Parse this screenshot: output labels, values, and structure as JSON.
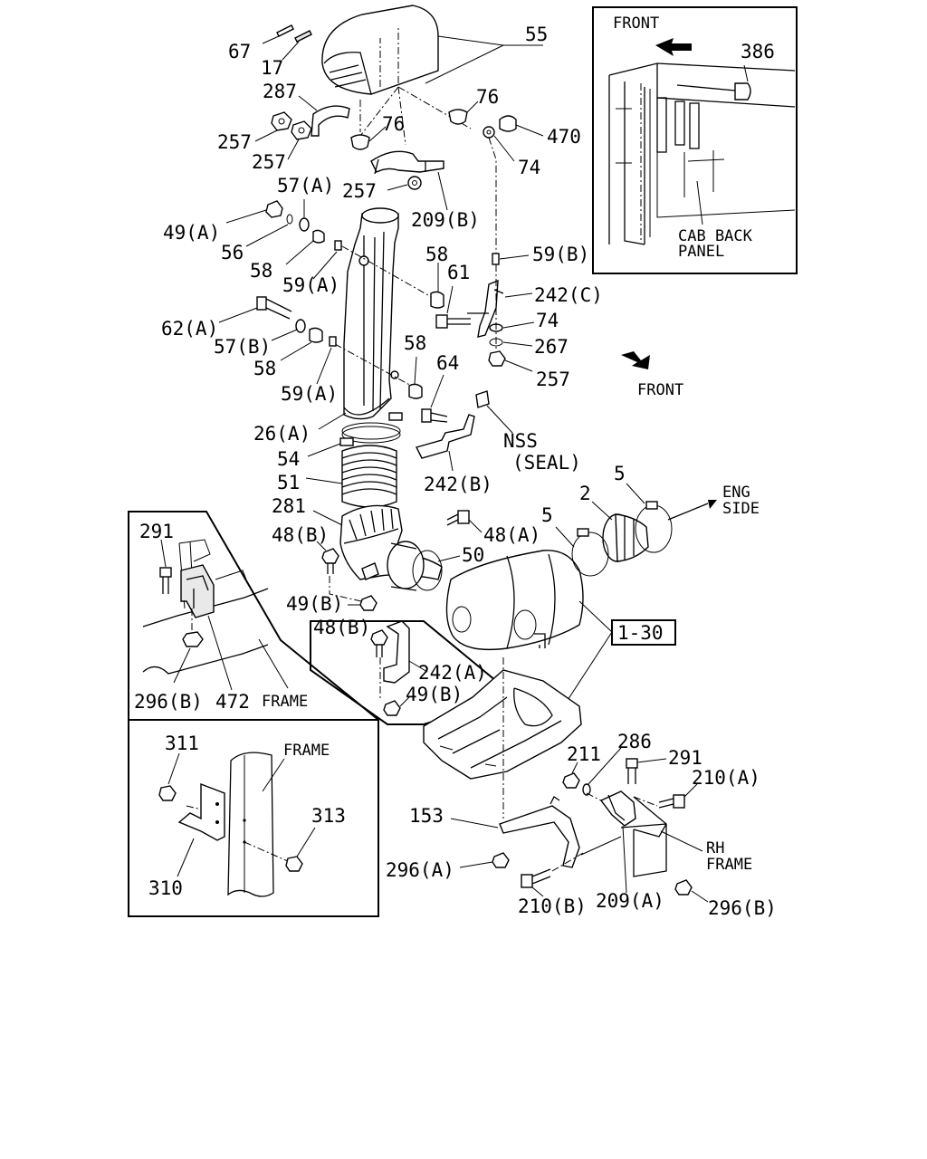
{
  "labels": {
    "l55": "55",
    "l67": "67",
    "l17": "17",
    "l287": "287",
    "l257a": "257",
    "l257b": "257",
    "l76a": "76",
    "l76b": "76",
    "l470": "470",
    "l74a": "74",
    "l57A": "57(A)",
    "l257c": "257",
    "l49A": "49(A)",
    "l209B": "209(B)",
    "l56": "56",
    "l58a": "58",
    "l59B": "59(B)",
    "l59Aa": "59(A)",
    "l58b": "58",
    "l61": "61",
    "l242C": "242(C)",
    "l62A": "62(A)",
    "l74b": "74",
    "l57B": "57(B)",
    "l267": "267",
    "l58c": "58",
    "l58d": "58",
    "l257d": "257",
    "l59Ab": "59(A)",
    "l64": "64",
    "l26A": "26(A)",
    "l54": "54",
    "l51": "51",
    "l281": "281",
    "l48B": "48(B)",
    "l49B": "49(B)",
    "l48A": "48(A)",
    "l50": "50",
    "l2": "2",
    "l5a": "5",
    "l5b": "5",
    "l130": "1-30",
    "l48Bb": "48(B)",
    "l242A": "242(A)",
    "l49Bb": "49(B)",
    "l242B": "242(B)",
    "l211": "211",
    "l286": "286",
    "l291b": "291",
    "l210A": "210(A)",
    "l153": "153",
    "l296A": "296(A)",
    "l210B": "210(B)",
    "l209A": "209(A)",
    "l296Bb": "296(B)",
    "l291a": "291",
    "l296Ba": "296(B)",
    "l472": "472",
    "l311": "311",
    "l313": "313",
    "l310": "310",
    "l386": "386"
  },
  "annotations": {
    "front_top": "FRONT",
    "front_mid": "FRONT",
    "cab_back_1": "CAB BACK",
    "cab_back_2": "PANEL",
    "nss_1": "NSS",
    "nss_2": "(SEAL)",
    "eng_1": "ENG",
    "eng_2": "SIDE",
    "frame_a": "FRAME",
    "frame_b": "FRAME",
    "rh_1": "RH",
    "rh_2": "FRAME"
  }
}
